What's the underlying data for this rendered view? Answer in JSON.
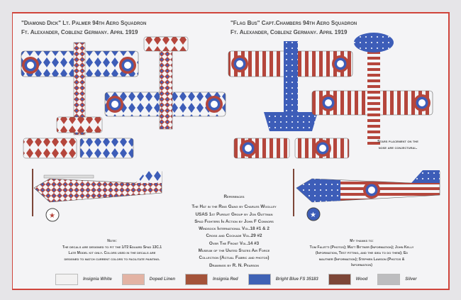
{
  "left_aircraft": {
    "title_line1": "\"Diamond Dick\" Lt. Palmer 94th Aero Squadron",
    "title_line2": "Ft. Alexander, Coblenz Germany. April 1919"
  },
  "right_aircraft": {
    "title_line1": "\"Flag Bus\" Capt.Chambers 94th Aero Squadron",
    "title_line2": "Ft. Alexander, Coblenz Germany. April 1919",
    "stars_note": [
      "Stars placement on the",
      "nose are conjectural."
    ]
  },
  "references": {
    "heading": "References",
    "items": [
      "The Hat in the Ring Gang by Charles Woolley",
      "USAS 1st Pursuit Group by Jon Guttman",
      "Spad Fighters In Action by John F Connors",
      "Windsock International Vol.18 #1 & 2",
      "Cross and Cockade Vol.29 #2",
      "Over The Front Vol.14 #3",
      "Museum of the United States Air Force",
      "Collection (Actual Fabric and photos)",
      "Drawings by R. N. Pearson"
    ]
  },
  "note": {
    "heading": "Note:",
    "lines": [
      "The decals are designed to fit the 1/72 Eduard Spad 13C.1",
      "Late Model kit only. Colors used in the decals are",
      "designed to match current colors to facilitate painting."
    ]
  },
  "thanks": {
    "heading": "My thanks to:",
    "lines": [
      "Tom Faletti (Photos); Matt Bittner (Information); John  Kelly",
      "(Information, Test fitting,  and the idea to do them); Ed",
      "mautner (Information); Stephen Lawson (Photos &",
      "Information)"
    ]
  },
  "legend": [
    {
      "label": "Insignia White",
      "color": "#f2f1f1"
    },
    {
      "label": "Doped Linen",
      "color": "#e3b3a4"
    },
    {
      "label": "Insignia Red",
      "color": "#a4533a"
    },
    {
      "label": "Bright Blue FS 35183",
      "color": "#3f62b5"
    },
    {
      "label": "Wood",
      "color": "#7d4638"
    },
    {
      "label": "Silver",
      "color": "#bdbdbf"
    }
  ],
  "colors": {
    "border": "#d0453c",
    "red": "#b5463c",
    "blue": "#3d5db8",
    "white": "#f4f4f6"
  }
}
